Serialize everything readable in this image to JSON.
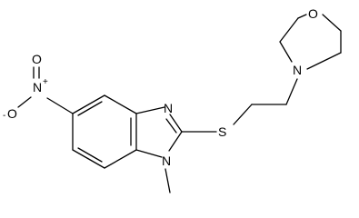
{
  "molecule": {
    "atoms": {
      "o_ring": "O",
      "n_morpholine": "N",
      "s_thioether": "S",
      "n_imidazole_3": "N",
      "n_imidazole_1": "N",
      "n_nitro": "N",
      "n_nitro_charge": "+",
      "o_nitro_neg": "O",
      "o_nitro_neg_charge": "-",
      "o_nitro_double": "O"
    }
  }
}
